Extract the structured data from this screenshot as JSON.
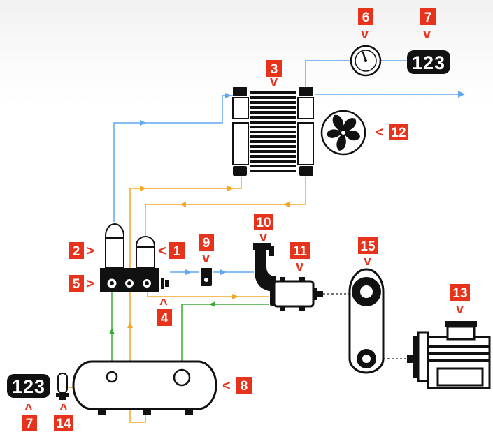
{
  "colors": {
    "blue_line": "#5fa8f0",
    "orange_line": "#f5a623",
    "green_line": "#3aaa35",
    "badge": "#e8331c",
    "component": "#111111"
  },
  "counter_readout": "123",
  "labels": [
    {
      "id": "1",
      "text": "1",
      "arrow": "<"
    },
    {
      "id": "2",
      "text": "2",
      "arrow": ">"
    },
    {
      "id": "3",
      "text": "3",
      "arrow": "v"
    },
    {
      "id": "4",
      "text": "4",
      "arrow": "^"
    },
    {
      "id": "5",
      "text": "5",
      "arrow": ">"
    },
    {
      "id": "6",
      "text": "6",
      "arrow": "v"
    },
    {
      "id": "7a",
      "text": "7",
      "arrow": "v"
    },
    {
      "id": "7b",
      "text": "7",
      "arrow": "^"
    },
    {
      "id": "8",
      "text": "8",
      "arrow": "<"
    },
    {
      "id": "9",
      "text": "9",
      "arrow": "v"
    },
    {
      "id": "10",
      "text": "10",
      "arrow": "v"
    },
    {
      "id": "11",
      "text": "11",
      "arrow": "v"
    },
    {
      "id": "12",
      "text": "12",
      "arrow": "<"
    },
    {
      "id": "13",
      "text": "13",
      "arrow": "v"
    },
    {
      "id": "14",
      "text": "14",
      "arrow": "^"
    },
    {
      "id": "15",
      "text": "15",
      "arrow": "v"
    }
  ],
  "icons": {
    "heat_exchanger": "heat-exchanger-icon",
    "gauge": "pressure-gauge-icon",
    "fan": "fan-icon",
    "cylinder": "cylinder-icon",
    "manifold": "manifold-block-icon",
    "valve": "solenoid-valve-icon",
    "pump": "pump-icon",
    "motor": "motor-icon",
    "belt": "belt-drive-icon",
    "tank": "receiver-tank-icon",
    "sensor": "sensor-icon",
    "counter": "counter-display-icon"
  }
}
